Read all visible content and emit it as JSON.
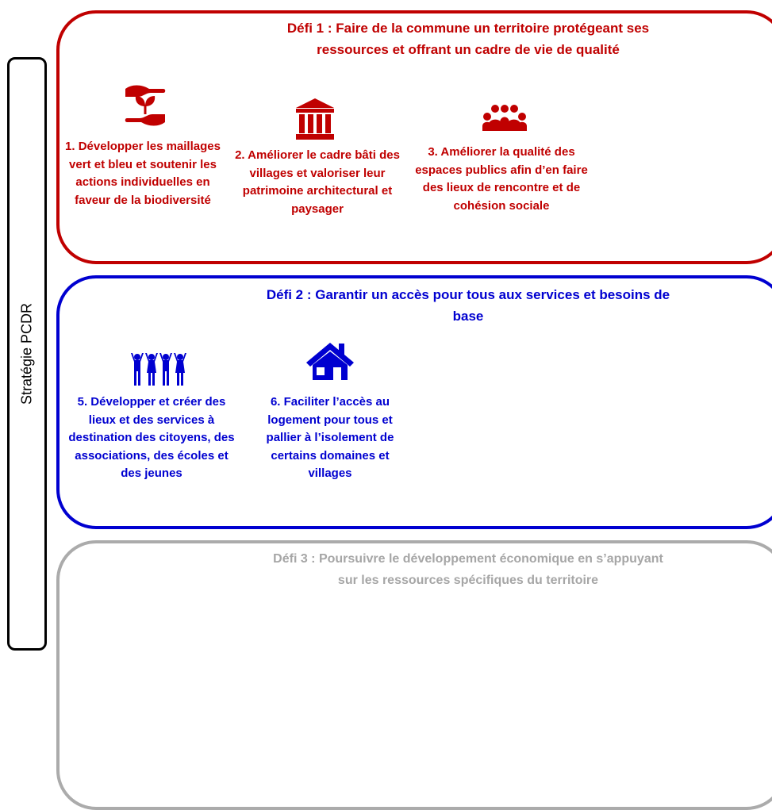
{
  "strategy_label": "Stratégie PCDR",
  "challenges": [
    {
      "title": "Défi 1 : Faire de la commune un territoire protégeant ses ressources et offrant un cadre de vie de qualité",
      "color": "#c00000",
      "actions": [
        {
          "icon": "hands-plant-icon",
          "label": "1. Développer les maillages vert et bleu et soutenir les actions individuelles en faveur de la biodiversité"
        },
        {
          "icon": "classical-building-icon",
          "label": "2. Améliorer le cadre bâti des villages et valoriser leur patrimoine architectural et paysager"
        },
        {
          "icon": "people-group-icon",
          "label": "3. Améliorer la qualité des espaces publics afin d’en faire des lieux de rencontre et de cohésion sociale"
        }
      ]
    },
    {
      "title": "Défi 2 : Garantir un accès pour tous aux services et besoins de base",
      "color": "#0000d0",
      "actions": [
        {
          "icon": "children-group-icon",
          "label": "5. Développer et créer des lieux et des services à destination des citoyens, des associations, des écoles et des jeunes"
        },
        {
          "icon": "house-icon",
          "label": "6. Faciliter l’accès au logement pour tous et pallier à l’isolement de certains domaines et villages"
        }
      ]
    },
    {
      "title": "Défi 3 : Poursuivre le développement économique en s’appuyant sur les ressources spécifiques du territoire",
      "color": "#a6a6a6",
      "actions": []
    }
  ]
}
